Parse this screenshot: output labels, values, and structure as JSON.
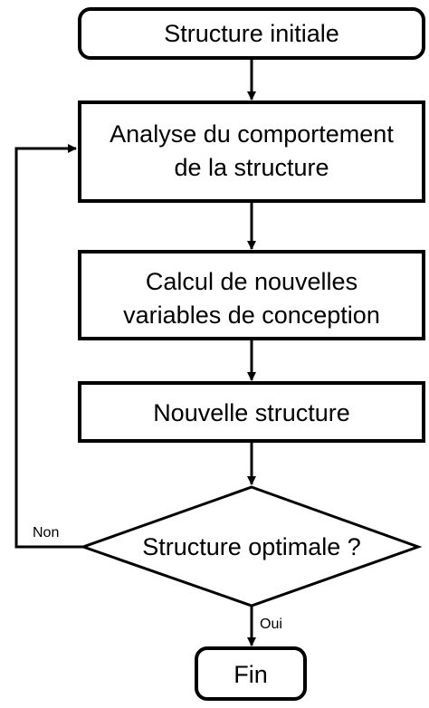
{
  "flowchart": {
    "nodes": {
      "start": {
        "label": "Structure initiale"
      },
      "analysis": {
        "line1": "Analyse du comportement",
        "line2": "de la structure"
      },
      "calc": {
        "line1": "Calcul de nouvelles",
        "line2": "variables de conception"
      },
      "new_structure": {
        "label": "Nouvelle structure"
      },
      "decision": {
        "label": "Structure optimale ?"
      },
      "end": {
        "label": "Fin"
      }
    },
    "edges": {
      "no_label": "Non",
      "yes_label": "Oui"
    }
  }
}
